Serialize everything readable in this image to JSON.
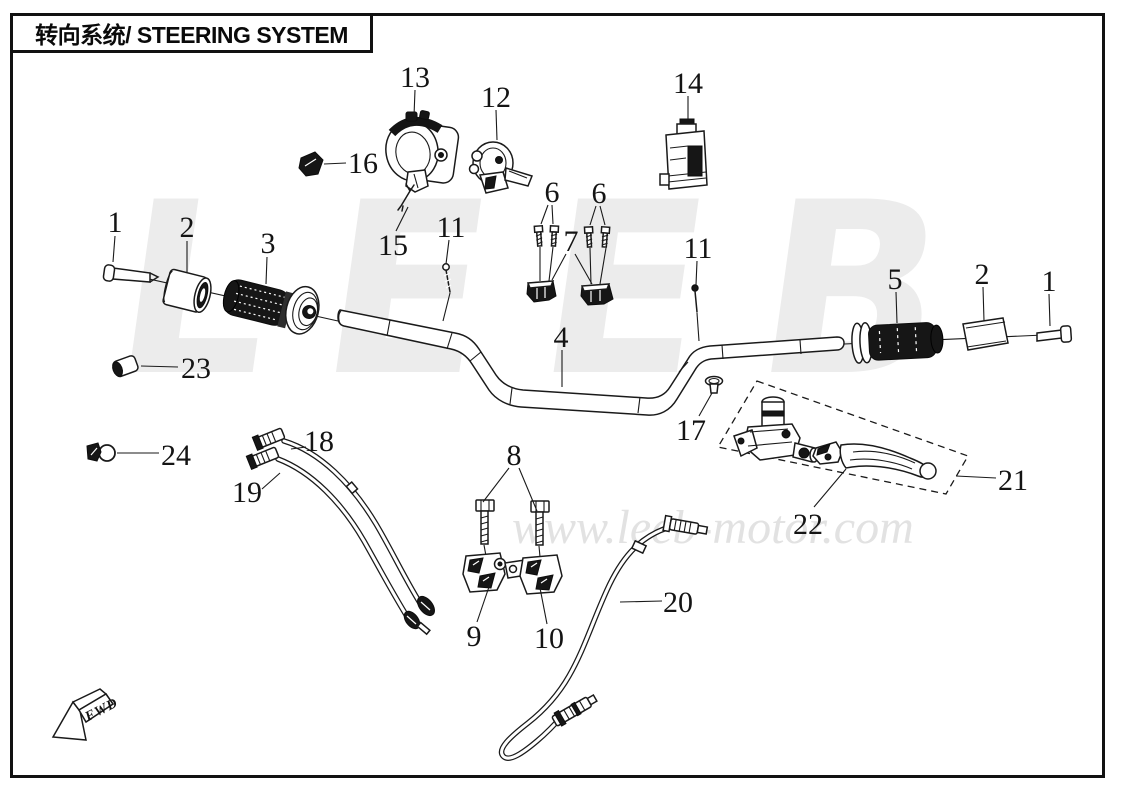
{
  "header": {
    "title": "转向系统/ STEERING SYSTEM"
  },
  "watermark": {
    "brand": "LEEB",
    "url": "www.leeb-motor.com"
  },
  "fwd": {
    "label": "FWD"
  },
  "callouts": {
    "n1_left": "1",
    "n2_left": "2",
    "n3": "3",
    "n4": "4",
    "n5": "5",
    "n6_a": "6",
    "n6_b": "6",
    "n7": "7",
    "n8": "8",
    "n9": "9",
    "n10": "10",
    "n11_left": "11",
    "n11_right": "11",
    "n12": "12",
    "n13": "13",
    "n14": "14",
    "n15": "15",
    "n16": "16",
    "n17": "17",
    "n18": "18",
    "n19": "19",
    "n20": "20",
    "n21": "21",
    "n22": "22",
    "n23": "23",
    "n24": "24",
    "n1_right": "1",
    "n2_right": "2"
  }
}
